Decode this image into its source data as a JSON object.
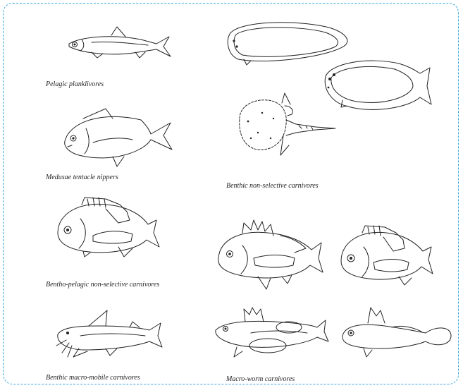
{
  "frame": {
    "border_color": "#3aa7de",
    "style": "dashed"
  },
  "captions": {
    "pelagic": "Pelagic planklivores",
    "medusae": "Medusae tentacle nippers",
    "benthic_nonselective": "Benthic non-selective carnivores",
    "bentho_pelagic": "Bentho-pelagic non-selective carnivores",
    "benthic_macro_mobile": "Benthic macro-mobile carnivores",
    "macro_worm": "Macro-worm carnivores"
  },
  "icons": [
    "anchovy-fish-icon",
    "pomfret-fish-icon",
    "sole-flatfish-icon",
    "flounder-flatfish-icon",
    "pufferfish-icon",
    "grunt-fish-icon",
    "croaker-fish-icon",
    "sweetlips-fish-icon",
    "catfish-icon",
    "gurnard-fish-icon",
    "goby-fish-icon"
  ]
}
